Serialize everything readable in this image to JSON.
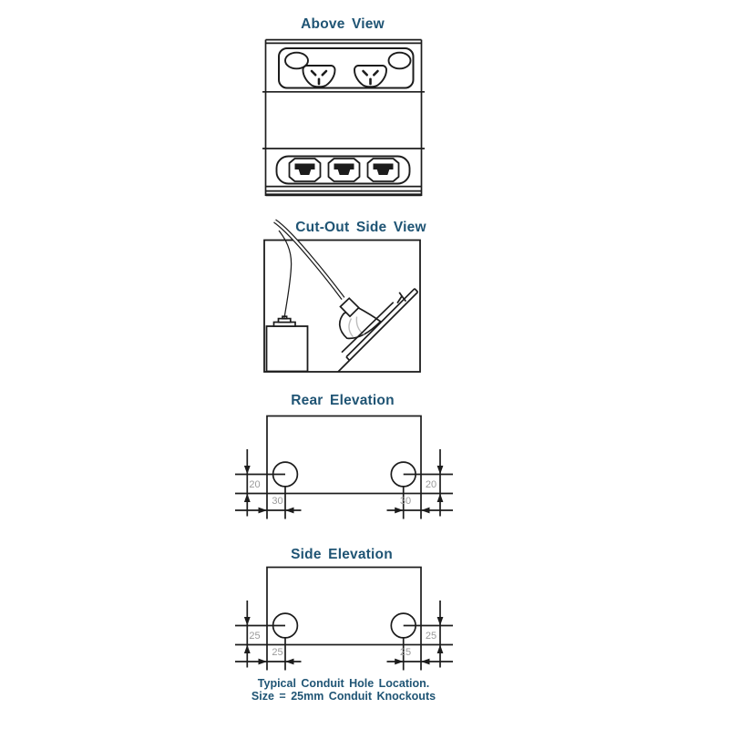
{
  "colors": {
    "line": "#1c1c1c",
    "heading_text": "#1f5474",
    "dimension_label": "#9a9a9a",
    "cable_shade": "#bcbcbc"
  },
  "views": {
    "above": {
      "title": "Above View",
      "power_outlets_shown": 2,
      "data_jacks_shown": 3
    },
    "cutout": {
      "title": "Cut-Out Side View"
    },
    "rear": {
      "title": "Rear Elevation",
      "dims": {
        "vertical": "20",
        "horizontal": "30"
      }
    },
    "side": {
      "title": "Side Elevation",
      "dims": {
        "vertical": "25",
        "horizontal": "25"
      }
    }
  },
  "footer": {
    "line1": "Typical Conduit Hole Location.",
    "line2": "Size = 25mm Conduit Knockouts"
  }
}
